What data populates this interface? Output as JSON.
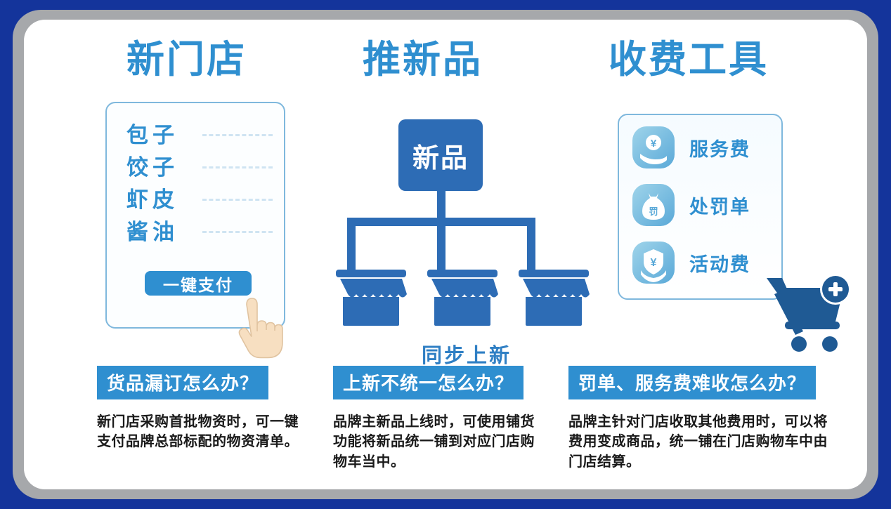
{
  "theme": {
    "outer_border": "#14349b",
    "gray_ring": "#a6a8ab",
    "canvas": "#ffffff",
    "title_blue": "#2f8fd0",
    "deep_blue": "#2d6cb5",
    "card_border": "#7fb8dd",
    "dash_blue": "#cfe4f2",
    "body_text": "#1a1a1a",
    "skin": "#f7dfc1"
  },
  "columns": [
    {
      "title": "新门店",
      "card": {
        "goods": [
          {
            "name": "包子",
            "line": "dashed"
          },
          {
            "name": "饺子",
            "line": "dashed"
          },
          {
            "name": "虾皮",
            "line": "dashed"
          },
          {
            "name": "酱油",
            "line": "dashed"
          }
        ],
        "pay_button": "一键支付",
        "cursor_icon": "pointing-hand-icon"
      }
    },
    {
      "title": "推新品",
      "tree": {
        "root_label": "新品",
        "branch_count": 3,
        "branch_icon": "shop-storefront-icon",
        "caption": "同步上新"
      }
    },
    {
      "title": "收费工具",
      "card": {
        "fees": [
          {
            "label": "服务费",
            "icon": "hand-holding-yuan-icon",
            "glyph": "¥"
          },
          {
            "label": "处罚单",
            "icon": "money-bag-fine-icon",
            "glyph": "罚"
          },
          {
            "label": "活动费",
            "icon": "shield-yuan-icon",
            "glyph": "¥"
          }
        ],
        "cart_icon": "add-to-cart-icon"
      }
    }
  ],
  "qa_blocks": [
    {
      "banner": "货品漏订怎么办？",
      "body": "新门店采购首批物资时，可一键支付品牌总部标配的物资清单。"
    },
    {
      "banner": "上新不统一怎么办？",
      "body": "品牌主新品上线时，可使用铺货功能将新品统一铺到对应门店购物车当中。"
    },
    {
      "banner": "罚单、服务费难收怎么办？",
      "body": "品牌主针对门店收取其他费用时，可以将费用变成商品，统一铺在门店购物车中由门店结算。"
    }
  ]
}
